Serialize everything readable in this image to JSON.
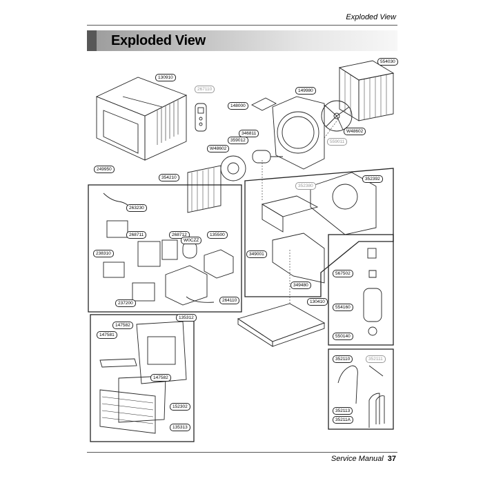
{
  "header": {
    "section_title": "Exploded View"
  },
  "banner": {
    "title": "Exploded View"
  },
  "footer": {
    "manual_name": "Service Manual",
    "page_number": "37"
  },
  "part_labels": [
    {
      "id": "130910",
      "code": "130910"
    },
    {
      "id": "267110",
      "code": "267110",
      "faded": true
    },
    {
      "id": "148000",
      "code": "148000"
    },
    {
      "id": "149980",
      "code": "149980"
    },
    {
      "id": "554030",
      "code": "554030"
    },
    {
      "id": "346811",
      "code": "346811"
    },
    {
      "id": "359012",
      "code": "359012"
    },
    {
      "id": "w48602a",
      "code": "W48602"
    },
    {
      "id": "w48602b",
      "code": "W48602"
    },
    {
      "id": "559011",
      "code": "559011",
      "faded": true
    },
    {
      "id": "249950",
      "code": "249950"
    },
    {
      "id": "354210",
      "code": "354210"
    },
    {
      "id": "352380",
      "code": "352380",
      "faded": true
    },
    {
      "id": "352392",
      "code": "352392"
    },
    {
      "id": "263230",
      "code": "263230"
    },
    {
      "id": "268711a",
      "code": "268711"
    },
    {
      "id": "268712",
      "code": "268712"
    },
    {
      "id": "135500",
      "code": "135500"
    },
    {
      "id": "w0czz",
      "code": "W0CZZ"
    },
    {
      "id": "238310",
      "code": "238310"
    },
    {
      "id": "237200",
      "code": "237200"
    },
    {
      "id": "264110",
      "code": "264110"
    },
    {
      "id": "349001",
      "code": "349001"
    },
    {
      "id": "349480",
      "code": "349480"
    },
    {
      "id": "567502",
      "code": "567502"
    },
    {
      "id": "554160",
      "code": "554160"
    },
    {
      "id": "550140",
      "code": "550140"
    },
    {
      "id": "130410",
      "code": "130410"
    },
    {
      "id": "135312",
      "code": "135312"
    },
    {
      "id": "147582a",
      "code": "147582"
    },
    {
      "id": "147581",
      "code": "147581"
    },
    {
      "id": "147582b",
      "code": "147582"
    },
    {
      "id": "152302",
      "code": "152302"
    },
    {
      "id": "135313",
      "code": "135313"
    },
    {
      "id": "352110",
      "code": "352110"
    },
    {
      "id": "352111",
      "code": "352111",
      "faded": true
    },
    {
      "id": "352113",
      "code": "352113"
    },
    {
      "id": "35211a",
      "code": "35211A"
    }
  ]
}
